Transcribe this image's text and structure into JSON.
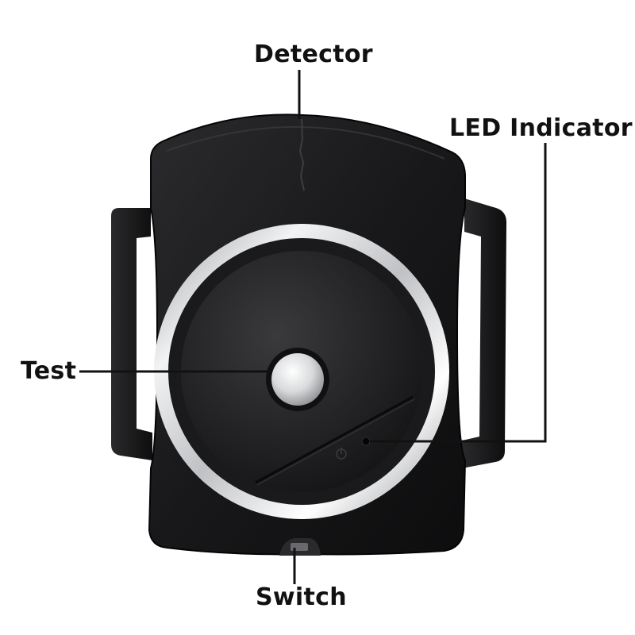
{
  "labels": {
    "detector": "Detector",
    "led_indicator": "LED Indicator",
    "test": "Test",
    "switch": "Switch"
  },
  "colors": {
    "background": "#ffffff",
    "device_body": "#1a1a1c",
    "strap_loop": "#111113",
    "chrome_ring": "#d8dadc",
    "leader_line": "#111111",
    "label_text": "#111111"
  }
}
